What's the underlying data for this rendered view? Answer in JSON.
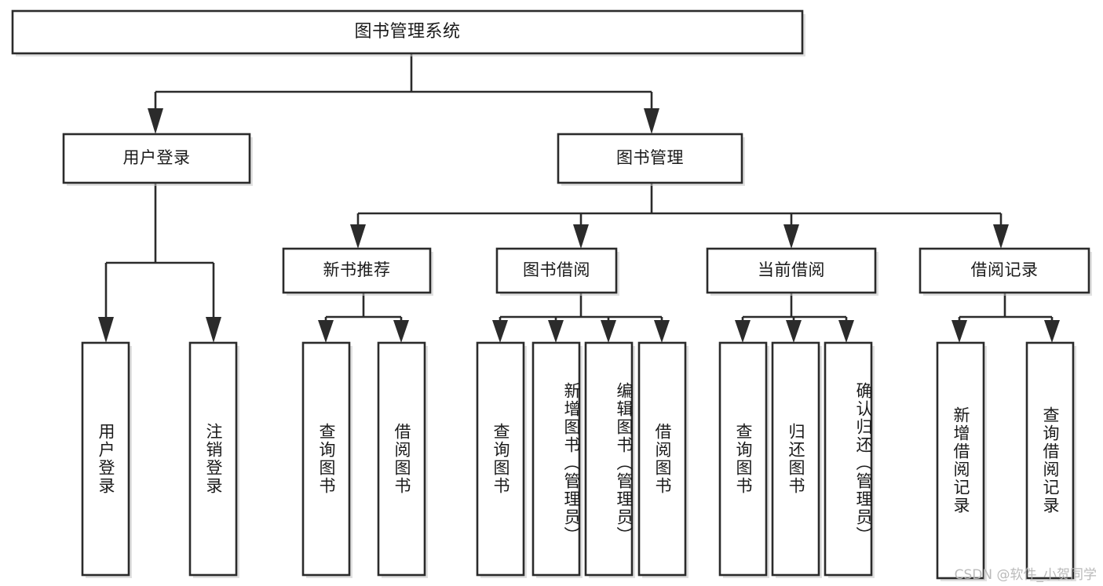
{
  "diagram": {
    "type": "tree-hierarchy",
    "title": "图书管理系统",
    "watermark": "CSDN @软件_小贺同学",
    "colors": {
      "stroke": "#2b2b2b",
      "fill": "#ffffff",
      "text": "#1a1a1a",
      "watermark": "#b7b7b7",
      "background": "#ffffff"
    },
    "levels": [
      {
        "level": 0,
        "nodes": [
          {
            "id": "root",
            "label": "图书管理系统",
            "orientation": "horizontal"
          }
        ]
      },
      {
        "level": 1,
        "nodes": [
          {
            "id": "user-login",
            "label": "用户登录",
            "orientation": "horizontal",
            "parent": "root"
          },
          {
            "id": "book-manage",
            "label": "图书管理",
            "orientation": "horizontal",
            "parent": "root"
          }
        ]
      },
      {
        "level": 2,
        "nodes": [
          {
            "id": "new-book-rec",
            "label": "新书推荐",
            "orientation": "horizontal",
            "parent": "book-manage"
          },
          {
            "id": "book-borrow",
            "label": "图书借阅",
            "orientation": "horizontal",
            "parent": "book-manage"
          },
          {
            "id": "current-borrow",
            "label": "当前借阅",
            "orientation": "horizontal",
            "parent": "book-manage"
          },
          {
            "id": "borrow-record",
            "label": "借阅记录",
            "orientation": "horizontal",
            "parent": "book-manage"
          }
        ]
      },
      {
        "level": 3,
        "nodes": [
          {
            "id": "leaf-user-login",
            "label": "用户登录",
            "orientation": "vertical",
            "parent": "user-login"
          },
          {
            "id": "leaf-logout-login",
            "label": "注销登录",
            "orientation": "vertical",
            "parent": "user-login"
          },
          {
            "id": "leaf-query-book-1",
            "label": "查询图书",
            "orientation": "vertical",
            "parent": "new-book-rec"
          },
          {
            "id": "leaf-borrow-book-1",
            "label": "借阅图书",
            "orientation": "vertical",
            "parent": "new-book-rec"
          },
          {
            "id": "leaf-query-book-2",
            "label": "查询图书",
            "orientation": "vertical",
            "parent": "book-borrow"
          },
          {
            "id": "leaf-add-book",
            "label": "新增图书（管理员）",
            "orientation": "vertical",
            "parent": "book-borrow"
          },
          {
            "id": "leaf-edit-book",
            "label": "编辑图书（管理员）",
            "orientation": "vertical",
            "parent": "book-borrow"
          },
          {
            "id": "leaf-borrow-book-2",
            "label": "借阅图书",
            "orientation": "vertical",
            "parent": "book-borrow"
          },
          {
            "id": "leaf-query-book-3",
            "label": "查询图书",
            "orientation": "vertical",
            "parent": "current-borrow"
          },
          {
            "id": "leaf-return-book",
            "label": "归还图书",
            "orientation": "vertical",
            "parent": "current-borrow"
          },
          {
            "id": "leaf-confirm-return",
            "label": "确认归还（管理员）",
            "orientation": "vertical",
            "parent": "current-borrow"
          },
          {
            "id": "leaf-add-record",
            "label": "新增借阅记录",
            "orientation": "vertical",
            "parent": "borrow-record"
          },
          {
            "id": "leaf-query-record",
            "label": "查询借阅记录",
            "orientation": "vertical",
            "parent": "borrow-record"
          }
        ]
      }
    ]
  },
  "nodes": {
    "root": {
      "label": "图书管理系统"
    },
    "user_login": {
      "label": "用户登录"
    },
    "book_manage": {
      "label": "图书管理"
    },
    "new_book_rec": {
      "label": "新书推荐"
    },
    "book_borrow": {
      "label": "图书借阅"
    },
    "current_borrow": {
      "label": "当前借阅"
    },
    "borrow_record": {
      "label": "借阅记录"
    },
    "leaf_user_login": {
      "label": "用户登录"
    },
    "leaf_logout_login": {
      "label": "注销登录"
    },
    "leaf_query_book_1": {
      "label": "查询图书"
    },
    "leaf_borrow_book_1": {
      "label": "借阅图书"
    },
    "leaf_query_book_2": {
      "label": "查询图书"
    },
    "leaf_add_book": {
      "label": "新增图书（管理员）"
    },
    "leaf_edit_book": {
      "label": "编辑图书（管理员）"
    },
    "leaf_borrow_book_2": {
      "label": "借阅图书"
    },
    "leaf_query_book_3": {
      "label": "查询图书"
    },
    "leaf_return_book": {
      "label": "归还图书"
    },
    "leaf_confirm_return": {
      "label": "确认归还（管理员）"
    },
    "leaf_add_record": {
      "label": "新增借阅记录"
    },
    "leaf_query_record": {
      "label": "查询借阅记录"
    }
  },
  "watermark": {
    "text": "CSDN @软件_小贺同学"
  }
}
